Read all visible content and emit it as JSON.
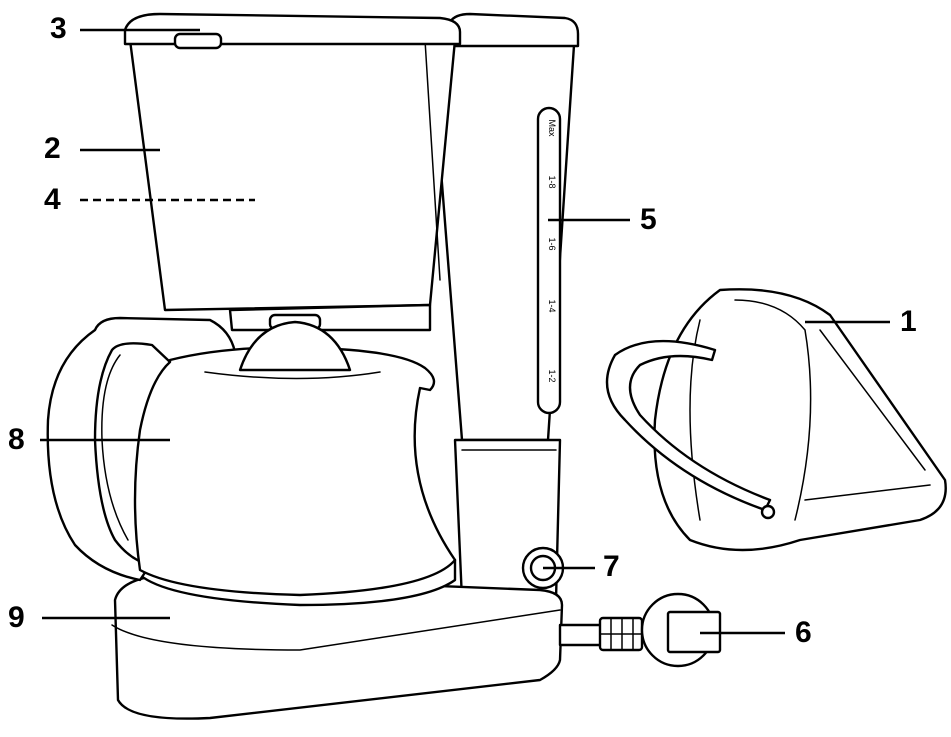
{
  "callouts": {
    "c1": "1",
    "c2": "2",
    "c3": "3",
    "c4": "4",
    "c5": "5",
    "c6": "6",
    "c7": "7",
    "c8": "8",
    "c9": "9"
  },
  "level_marks": [
    "1-2",
    "1-4",
    "1-6",
    "1-8",
    "Max"
  ]
}
